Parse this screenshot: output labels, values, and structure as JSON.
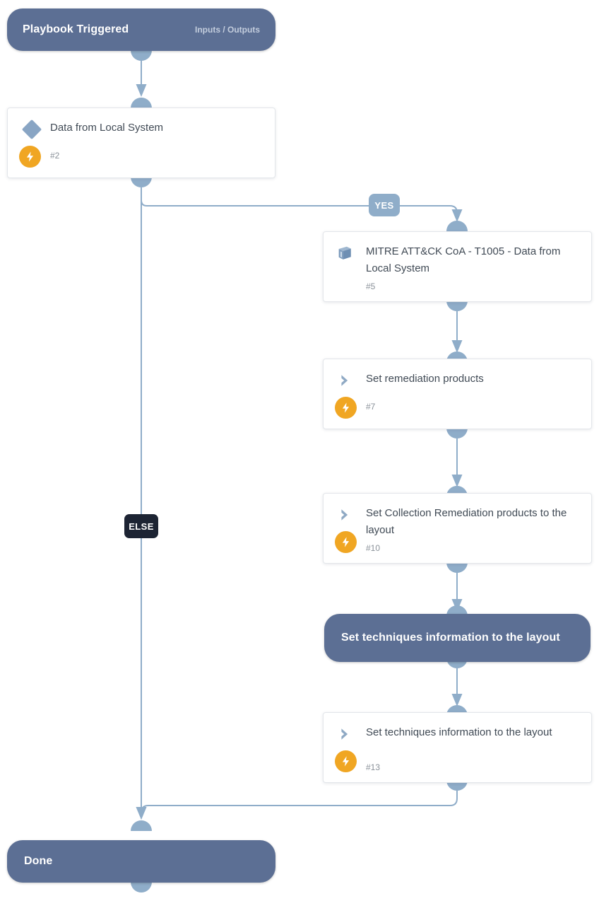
{
  "canvas": {
    "background": "#ffffff",
    "accent_slate": "#5c6f94",
    "accent_connector": "#8fadc9",
    "accent_orange": "#f0a623",
    "accent_dark": "#1d2433"
  },
  "start_node": {
    "title": "Playbook Triggered",
    "sub": "Inputs / Outputs"
  },
  "end_node": {
    "title": "Done"
  },
  "highlight_node": {
    "title": "Set techniques information to the layout"
  },
  "branch_labels": {
    "yes": "YES",
    "else": "ELSE"
  },
  "nodes": [
    {
      "title": "Data from Local System",
      "number": "#2",
      "icon": "diamond-condition-icon",
      "badge": "lightning-bolt-icon"
    },
    {
      "title": "MITRE ATT&CK CoA - T1005 - Data from Local System",
      "number": "#5",
      "icon": "book-playbook-icon",
      "badge": null
    },
    {
      "title": "Set remediation products",
      "number": "#7",
      "icon": "chevron-right-icon",
      "badge": "lightning-bolt-icon"
    },
    {
      "title": "Set Collection Remediation products to the layout",
      "number": "#10",
      "icon": "chevron-right-icon",
      "badge": "lightning-bolt-icon"
    },
    {
      "title": "Set techniques information to the layout",
      "number": "#13",
      "icon": "chevron-right-icon",
      "badge": "lightning-bolt-icon"
    }
  ]
}
